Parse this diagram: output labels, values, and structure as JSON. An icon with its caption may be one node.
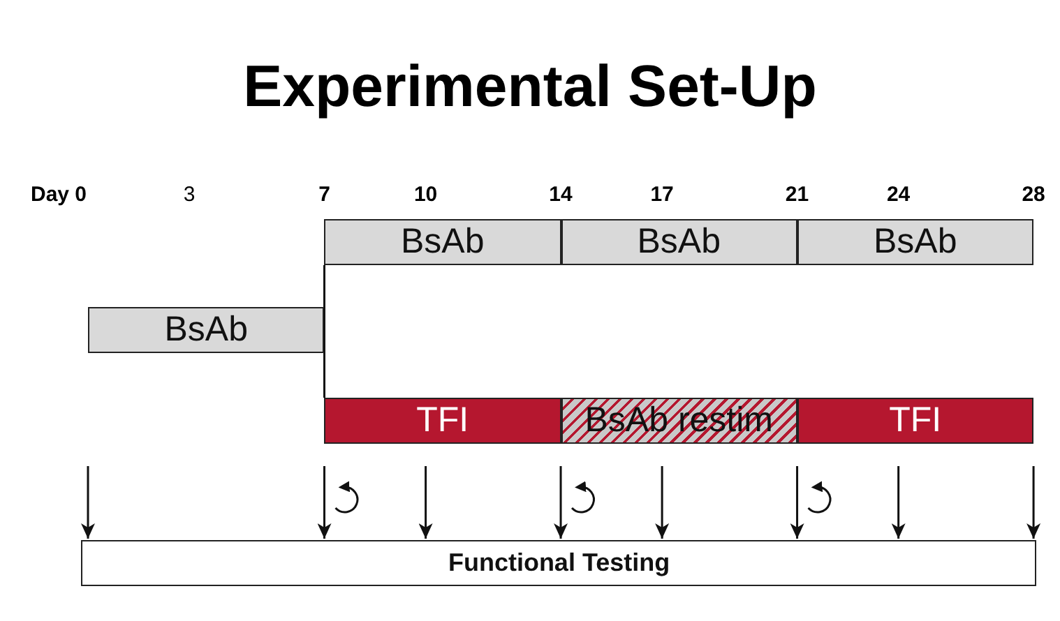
{
  "diagram": {
    "title": "Experimental Set-Up",
    "nodes": [
      {
        "text": [
          "BsAb"
        ]
      },
      {
        "text": [
          "BsAb"
        ]
      },
      {
        "text": [
          "BsAb"
        ]
      },
      {
        "text": [
          "BsAb"
        ]
      },
      {
        "text": [
          "TFI"
        ]
      },
      {
        "text": [
          "BsAb restim"
        ]
      },
      {
        "text": [
          "TFI"
        ]
      },
      {
        "text": [
          "Functional Testing"
        ]
      }
    ],
    "edges": [
      {
        "from": null,
        "to": 7,
        "arrow": "to"
      },
      {
        "from": null,
        "to": 7,
        "arrow": "to"
      },
      {
        "from": null,
        "to": 7,
        "arrow": "to"
      },
      {
        "from": null,
        "to": 7,
        "arrow": "to"
      },
      {
        "from": null,
        "to": 7,
        "arrow": "to"
      },
      {
        "from": null,
        "to": 7,
        "arrow": "to"
      },
      {
        "from": null,
        "to": 7,
        "arrow": "to"
      },
      {
        "from": null,
        "to": 7,
        "arrow": "to"
      }
    ],
    "labels": [
      "Day 0",
      "3",
      "7",
      "10",
      "14",
      "17",
      "21",
      "24",
      "28"
    ]
  }
}
